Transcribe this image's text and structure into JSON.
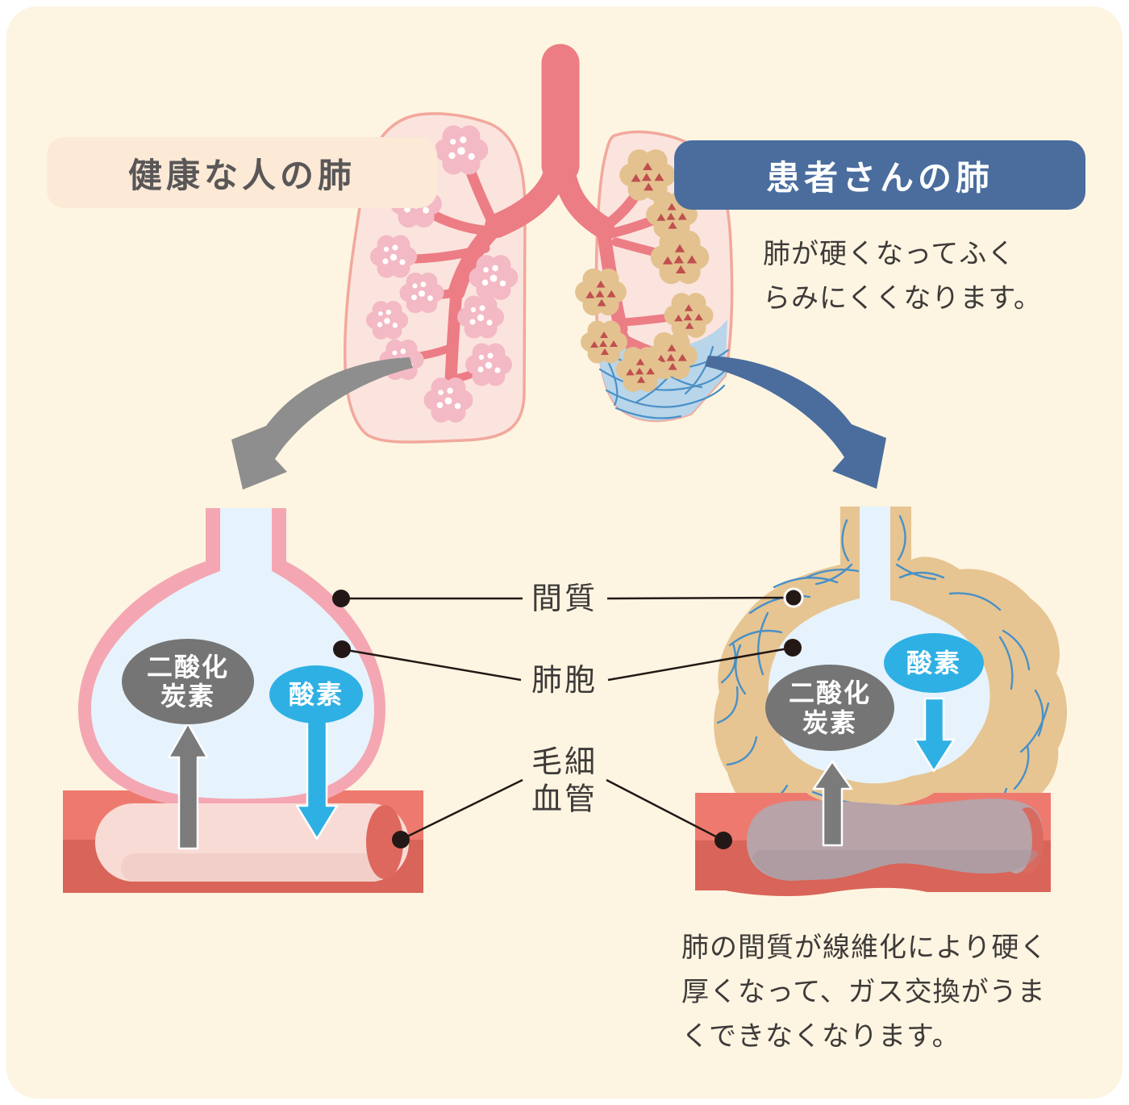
{
  "header": {
    "healthy_label": "健康な人の肺",
    "patient_label": "患者さんの肺"
  },
  "patient_note": {
    "line1": "肺が硬くなってふく",
    "line2": "らみにくくなります。"
  },
  "anatomy_labels": {
    "interstitium": "間質",
    "alveolus": "肺胞",
    "capillary_line1": "毛細",
    "capillary_line2": "血管"
  },
  "gas": {
    "co2_line1": "二酸化",
    "co2_line2": "炭素",
    "o2": "酸素"
  },
  "bottom_note": {
    "line1": "肺の間質が線維化により硬く",
    "line2": "厚くなって、ガス交換がうま",
    "line3": "くできなくなります。"
  },
  "colors": {
    "panel_bg": "#fdf5e1",
    "healthy_label_bg": "#fce9d6",
    "patient_label_bg": "#4a6d9e",
    "text_dark": "#3e3a39",
    "airway_salmon": "#ec7d85",
    "lung_pink": "#fbe4de",
    "alveoli_pink": "#f3b9c4",
    "fibrotic_cluster_tan": "#e3c28f",
    "fibrosis_blue": "#4a90c7",
    "alveolus_wall_pink": "#f4a7b3",
    "alveolus_interior": "#e6f3fc",
    "fibrotic_wall_tan": "#e6c592",
    "co2_gray": "#757575",
    "o2_blue": "#2fb0e4",
    "capillary_red_top": "#ee7a6f",
    "capillary_red_bottom": "#d96459",
    "vessel_healthy": "#f9dbd5",
    "vessel_sick": "#b7a3a8",
    "curved_arrow_gray": "#8e8e8e",
    "curved_arrow_blue": "#4a6d9d"
  }
}
